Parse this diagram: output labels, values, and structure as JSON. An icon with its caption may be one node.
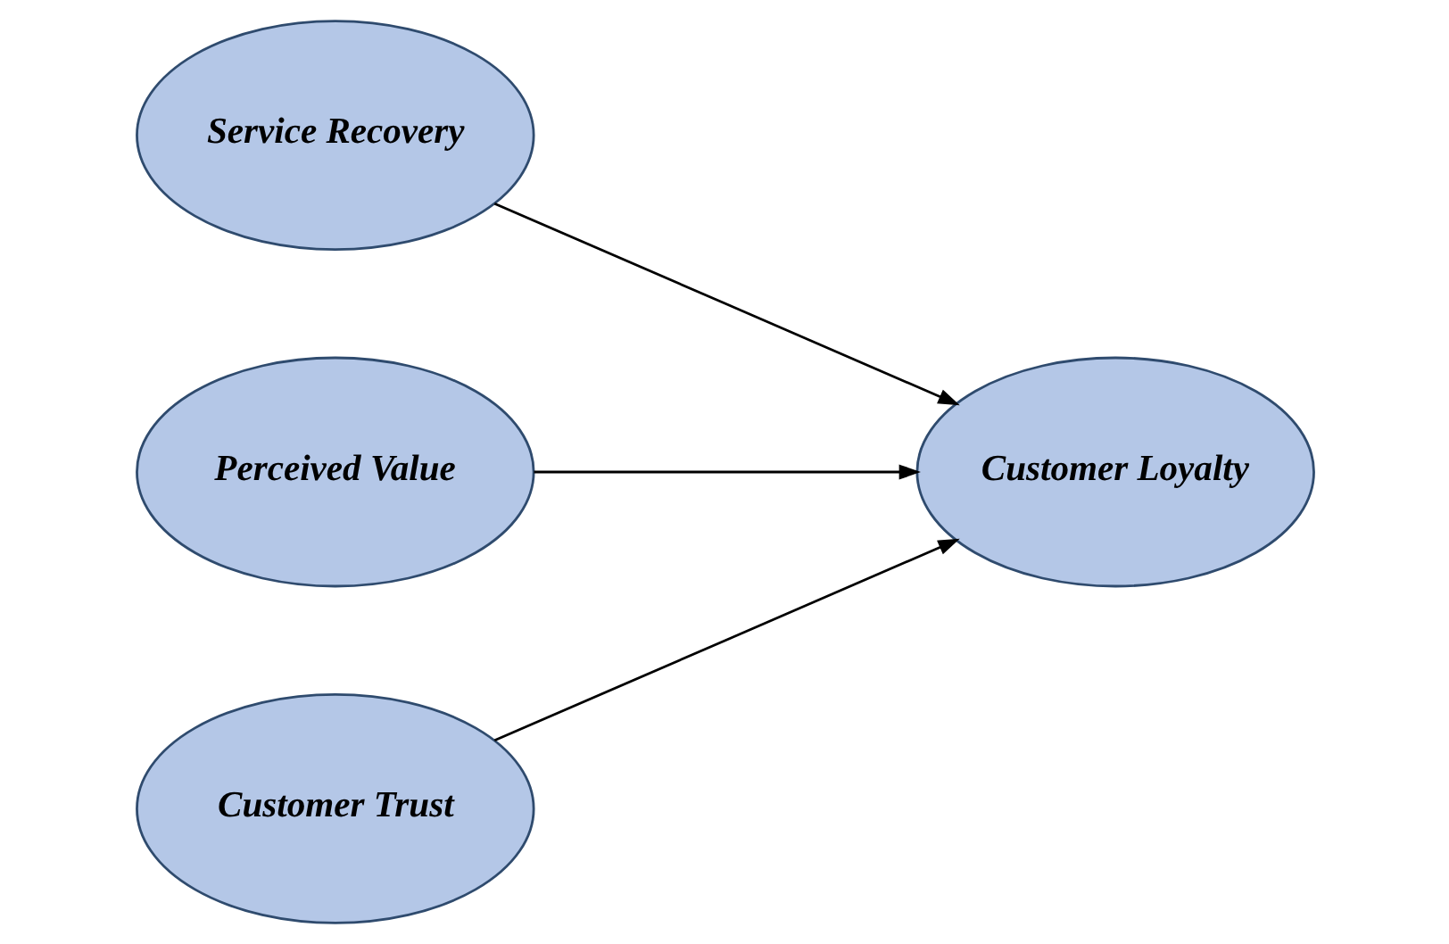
{
  "diagram": {
    "nodes": [
      {
        "text": [
          "Service Recovery"
        ]
      },
      {
        "text": [
          "Perceived Value"
        ]
      },
      {
        "text": [
          "Customer Trust"
        ]
      },
      {
        "text": [
          "Customer Loyalty"
        ]
      }
    ],
    "edges": [
      {
        "from": 0,
        "to": 3,
        "arrow": "to"
      },
      {
        "from": 1,
        "to": 3,
        "arrow": "to"
      },
      {
        "from": 2,
        "to": 3,
        "arrow": "to"
      }
    ]
  }
}
